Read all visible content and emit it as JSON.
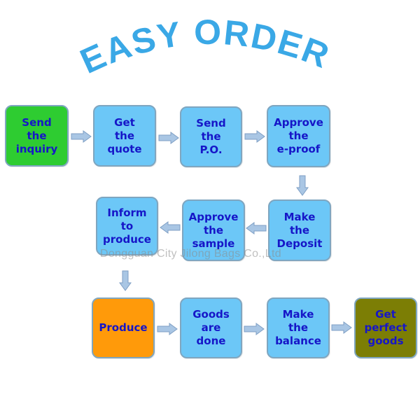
{
  "title": "EASY ORDER",
  "watermark": "Dongguan City Jilong Bags Co.,Ltd",
  "colors": {
    "title": "#3aa8e6",
    "step_fill": "#6cc7f7",
    "step_text": "#1616c8",
    "start_fill": "#2ecc31",
    "produce_fill": "#ff9a0a",
    "end_fill": "#7c7e05",
    "arrow": "#a9c6e4"
  },
  "steps": [
    {
      "label": "Send\nthe\ninquiry"
    },
    {
      "label": "Get\nthe\nquote"
    },
    {
      "label": "Send\nthe\nP.O."
    },
    {
      "label": "Approve\nthe\ne-proof"
    },
    {
      "label": "Make\nthe\nDeposit"
    },
    {
      "label": "Approve\nthe\nsample"
    },
    {
      "label": "Inform\nto\nproduce"
    },
    {
      "label": "Produce"
    },
    {
      "label": "Goods\nare\ndone"
    },
    {
      "label": "Make\nthe\nbalance"
    },
    {
      "label": "Get\nperfect\ngoods"
    }
  ]
}
